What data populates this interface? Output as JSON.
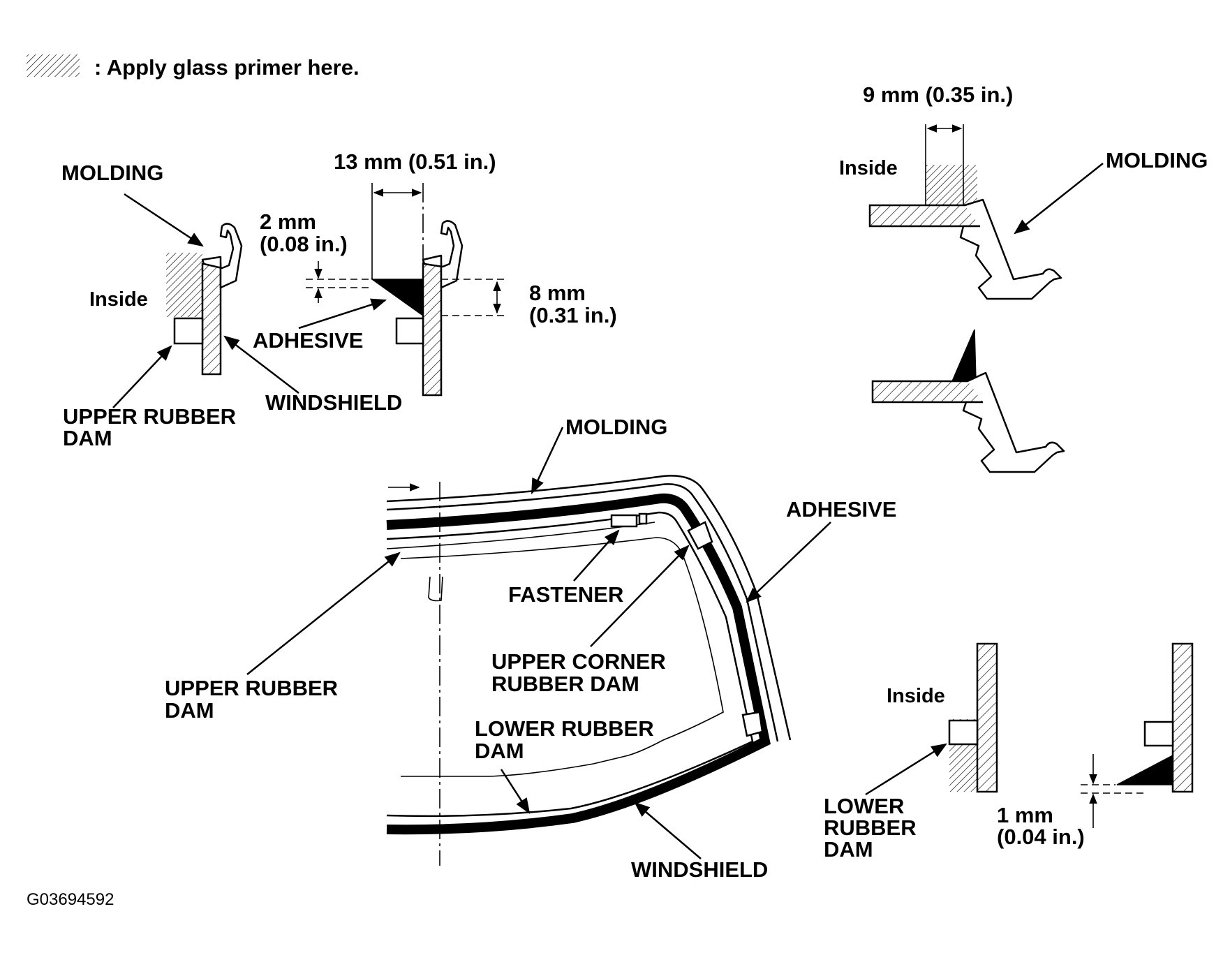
{
  "legend": {
    "text": ": Apply glass primer here."
  },
  "labels": {
    "molding": "MOLDING",
    "inside": "Inside",
    "adhesive": "ADHESIVE",
    "windshield": "WINDSHIELD",
    "upper_rubber_dam_l1": "UPPER RUBBER",
    "upper_rubber_dam_l2": "DAM",
    "fastener": "FASTENER",
    "upper_corner_l1": "UPPER CORNER",
    "upper_corner_l2": "RUBBER DAM",
    "lower_rubber_dam_l1": "LOWER RUBBER",
    "lower_rubber_dam_l2": "DAM",
    "lower_l1": "LOWER",
    "lower_l2": "RUBBER",
    "lower_l3": "DAM"
  },
  "dimensions": {
    "d13": "13 mm (0.51 in.)",
    "d2_l1": "2 mm",
    "d2_l2": "(0.08 in.)",
    "d8_l1": "8 mm",
    "d8_l2": "(0.31 in.)",
    "d9": "9 mm (0.35 in.)",
    "d1_l1": "1 mm",
    "d1_l2": "(0.04 in.)"
  },
  "figure_code": "G03694592"
}
